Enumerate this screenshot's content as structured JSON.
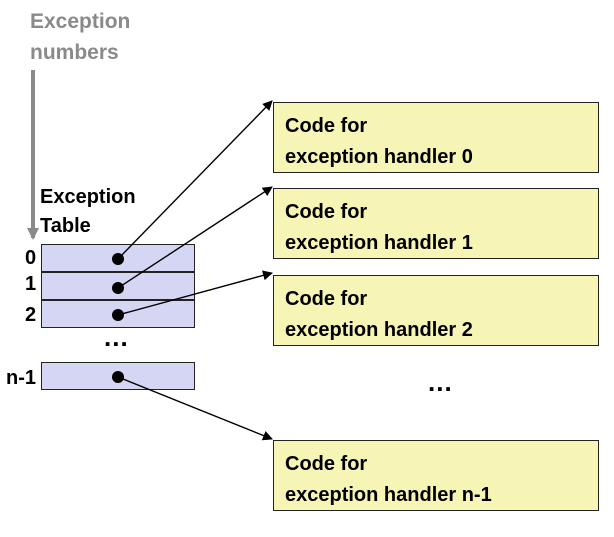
{
  "exception_numbers_label": [
    "Exception",
    "numbers"
  ],
  "table_label": [
    "Exception",
    "Table"
  ],
  "table_rows": [
    {
      "index": "0"
    },
    {
      "index": "1"
    },
    {
      "index": "2"
    },
    {
      "index": "n-1"
    }
  ],
  "table_ellipsis": "...",
  "handlers": [
    {
      "line1": "Code for",
      "line2": "exception handler 0"
    },
    {
      "line1": "Code for",
      "line2": "exception handler 1"
    },
    {
      "line1": "Code for",
      "line2": "exception handler 2"
    },
    {
      "line1": "Code for",
      "line2": "exception handler n-1"
    }
  ],
  "handler_ellipsis": "...",
  "colors": {
    "table_fill": "#d5d5f4",
    "handler_fill": "#f6f5b6",
    "label_gray": "#8a8a8a"
  }
}
